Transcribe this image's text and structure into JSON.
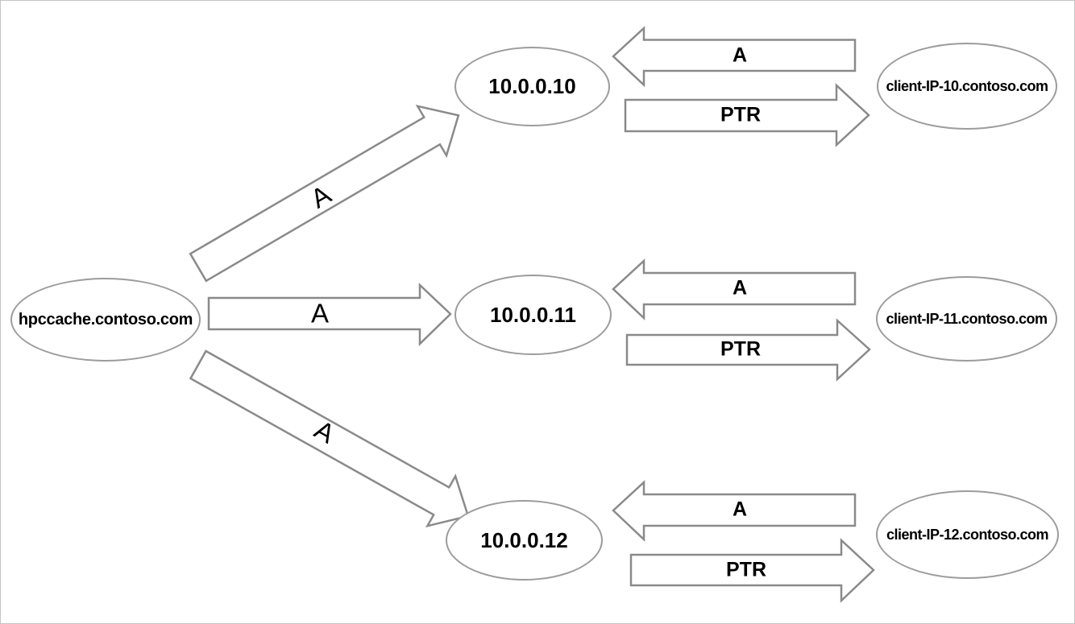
{
  "diagram": {
    "title_semantic": "DNS round-robin A and PTR record diagram",
    "source_node": "hpccache.contoso.com",
    "rows": [
      {
        "ip": "10.0.0.10",
        "client": "client-IP-10.contoso.com",
        "a_label": "A",
        "reverse_a_label": "A",
        "ptr_label": "PTR"
      },
      {
        "ip": "10.0.0.11",
        "client": "client-IP-11.contoso.com",
        "a_label": "A",
        "reverse_a_label": "A",
        "ptr_label": "PTR"
      },
      {
        "ip": "10.0.0.12",
        "client": "client-IP-12.contoso.com",
        "a_label": "A",
        "reverse_a_label": "A",
        "ptr_label": "PTR"
      }
    ],
    "colors": {
      "node_stroke": "#9c9c9c",
      "arrow_stroke": "#8a8a8a",
      "text": "#000000",
      "background": "#ffffff",
      "frame_border": "#c4c4c4"
    }
  }
}
